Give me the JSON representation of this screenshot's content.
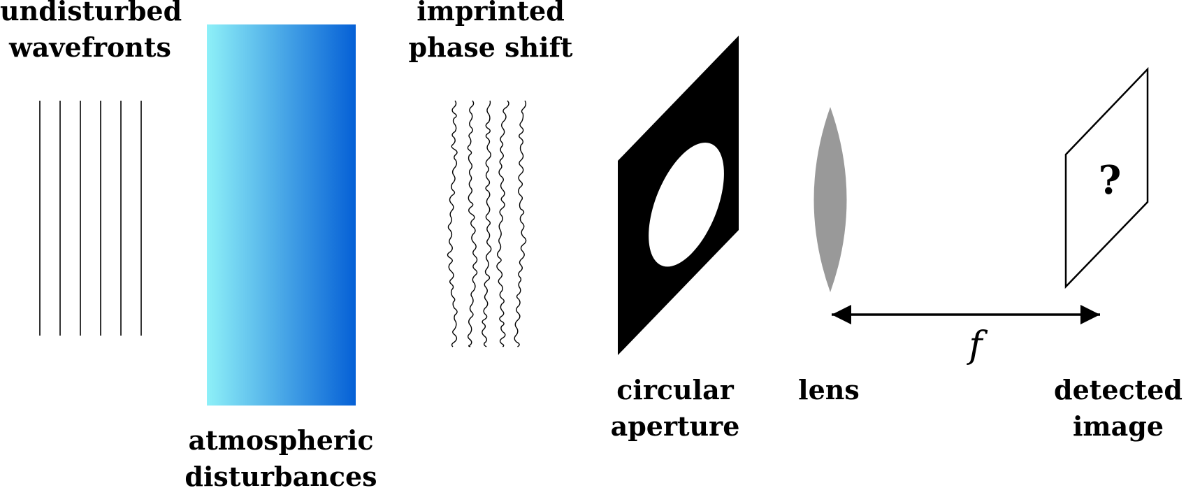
{
  "labels": {
    "undisturbed": [
      "undisturbed",
      "wavefronts"
    ],
    "atmospheric": [
      "atmospheric",
      "disturbances"
    ],
    "imprinted": [
      "imprinted",
      "phase shift"
    ],
    "aperture": [
      "circular",
      "aperture"
    ],
    "lens": "lens",
    "detected": [
      "detected",
      "image"
    ],
    "focal_length": "f",
    "unknown_image": "?"
  },
  "colors": {
    "gradient_start": "#8ef0f8",
    "gradient_end": "#0560d6",
    "lens_fill": "#999999",
    "aperture_fill": "#000000",
    "line": "#000000"
  }
}
